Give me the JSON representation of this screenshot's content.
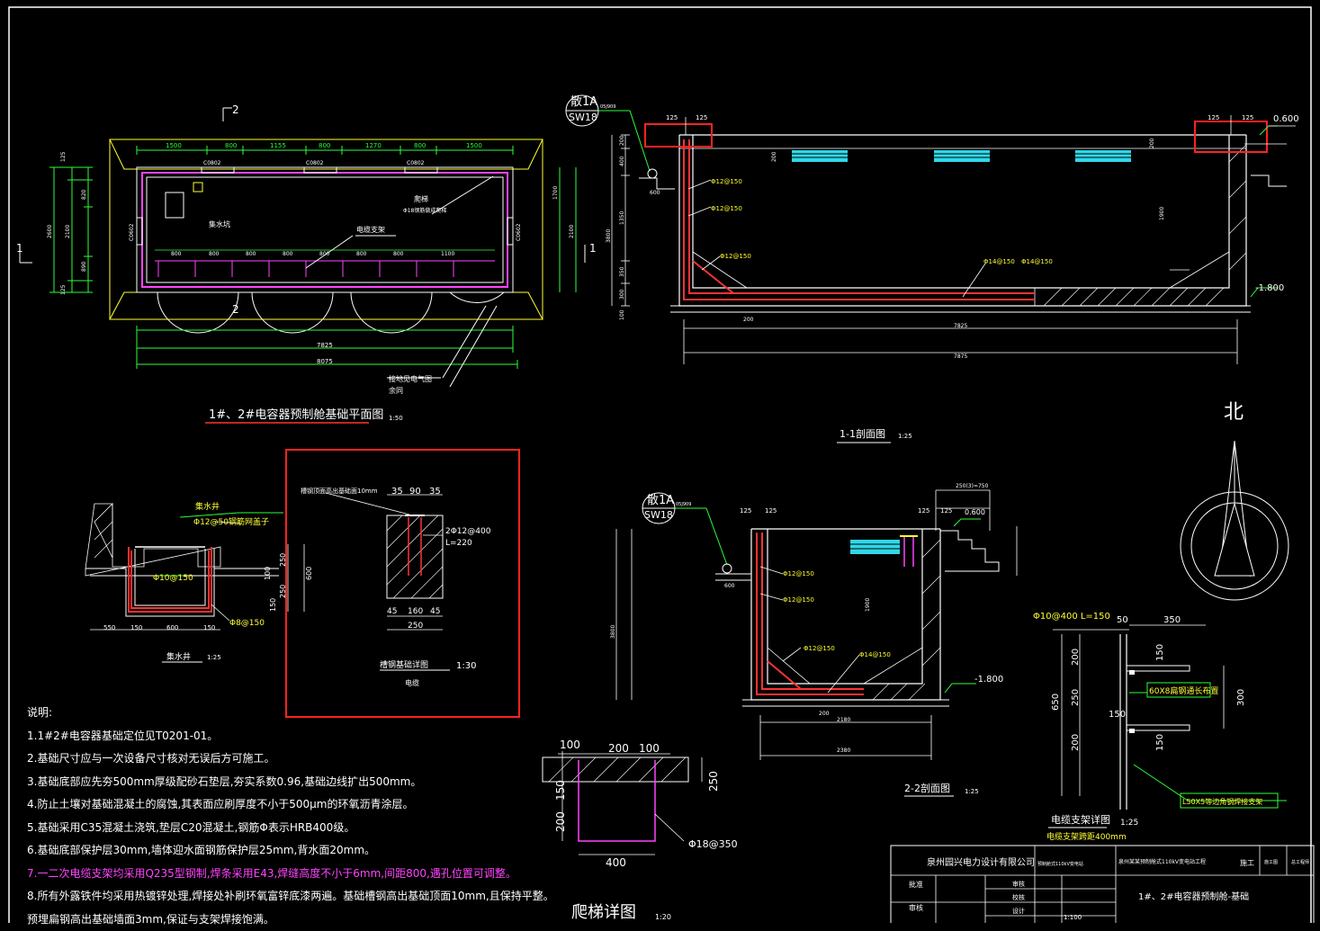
{
  "plan": {
    "title": "1#、2#电容器预制舱基础平面图",
    "scale": "1:50",
    "section_mark_1": "1",
    "section_mark_2": "2",
    "dims_top": [
      "1500",
      "800",
      "1155",
      "800",
      "1270",
      "800",
      "1500"
    ],
    "dims_inner": [
      "800",
      "800",
      "800",
      "800",
      "800",
      "800",
      "800",
      "1100"
    ],
    "dim_total_inner": "7825",
    "dim_total_outer": "8075",
    "dims_left": [
      "125",
      "820",
      "2100",
      "890",
      "125"
    ],
    "dim_left_total": "2600",
    "dims_right": [
      "1700",
      "2100"
    ],
    "labels": {
      "sump": "集水坑",
      "cable_bracket": "电缆支架",
      "ladder": "爬梯",
      "ladder_note": "Φ18钢筋做成爬梯",
      "grounding": "接地见电气图",
      "remaining": "余同",
      "c0802": "C0802",
      "c0602": "C0602"
    }
  },
  "section11": {
    "title": "1-1剖面图",
    "scale": "1:25",
    "dims_total_inner": "7825",
    "dims_total_outer": "7875",
    "elev_top": "0.600",
    "elev_bottom": "-1.800",
    "marker_top": "散1A",
    "marker_bottom": "SW18",
    "marker_ref": "05J909",
    "rebar": [
      "Φ12@150",
      "Φ12@150",
      "Φ12@150",
      "Φ14@150",
      "Φ14@150"
    ],
    "dims_side": [
      "200",
      "400",
      "1350",
      "350",
      "300",
      "100"
    ],
    "dim_3800": "3800",
    "dim_1900": "1900",
    "dim_125": "125",
    "dim_600": "600",
    "dim_200": "200"
  },
  "north": {
    "label": "北"
  },
  "sump_detail": {
    "title": "集水井",
    "scale": "1:25",
    "label_sump": "集水井",
    "rebar_top": "Φ12@50钢筋网盖子",
    "rebar_mid": "Φ10@150",
    "rebar_bottom": "Φ8@150",
    "dims_bottom": [
      "550",
      "150",
      "600",
      "150"
    ],
    "dims_side": [
      "250",
      "600",
      "150",
      "250",
      "100"
    ]
  },
  "channel_detail": {
    "title": "槽钢基础详图",
    "scale": "1:30",
    "subtitle": "电缆",
    "top_note": "槽钢顶面高出基础面10mm",
    "dims_top": [
      "35",
      "90",
      "35"
    ],
    "rebar": "2Φ12@400",
    "length": "L=220",
    "dims_bottom": [
      "45",
      "160",
      "45"
    ],
    "dim_total": "250"
  },
  "section22": {
    "title": "2-2剖面图",
    "scale": "1:25",
    "marker_top": "散1A",
    "marker_bottom": "SW18",
    "marker_ref": "05J909",
    "elev_top": "0.600",
    "elev_bottom": "-1.800",
    "dim_total": "2380",
    "dim_inner": "2180",
    "dim_top": "250(3)=750",
    "rebar": [
      "Φ12@150",
      "Φ12@150",
      "Φ12@150",
      "Φ14@150"
    ],
    "dim_1900": "1900",
    "dim_3800": "3800",
    "dim_600": "600",
    "dim_200": "200",
    "dim_125": "125"
  },
  "ladder_detail": {
    "title": "爬梯详图",
    "scale": "1:20",
    "dims_top": [
      "100",
      "200",
      "100"
    ],
    "dims_side": [
      "150",
      "200"
    ],
    "dim_right": "250",
    "dim_bottom": "400",
    "rebar": "Φ18@350"
  },
  "bracket_detail": {
    "title": "电缆支架详图",
    "scale": "1:25",
    "subtitle": "电缆支架跨距400mm",
    "rebar_top": "Φ10@400 L=150",
    "dims_top": [
      "50",
      "350"
    ],
    "dims_side": [
      "200",
      "250",
      "200"
    ],
    "dim_total": "650",
    "dim_right": "300",
    "dims_150": [
      "150",
      "150",
      "150"
    ],
    "steel_plate": "60X8扁钢通长布置",
    "angle": "L50X5等边角钢焊接支架"
  },
  "notes": {
    "heading": "说明:",
    "items": [
      "1.1#2#电容器基础定位见T0201-01。",
      "2.基础尺寸应与一次设备尺寸核对无误后方可施工。",
      "3.基础底部应先夯500mm厚级配砂石垫层,夯实系数0.96,基础边线扩出500mm。",
      "4.防止土壤对基础混凝土的腐蚀,其表面应刷厚度不小于500μm的环氧沥青涂层。",
      "5.基础采用C35混凝土浇筑,垫层C20混凝土,钢筋Φ表示HRB400级。",
      "6.基础底部保护层30mm,墙体迎水面钢筋保护层25mm,背水面20mm。",
      "7.一二次电缆支架均采用Q235型钢制,焊条采用E43,焊缝高度不小于6mm,间距800,遇孔位置可调整。",
      "8.所有外露铁件均采用热镀锌处理,焊接处补刷环氧富锌底漆两遍。基础槽钢高出基础顶面10mm,且保持平整。",
      "预埋扁钢高出基础墙面3mm,保证与支架焊接饱满。"
    ]
  },
  "title_block": {
    "company": "泉州园兴电力设计有限公司",
    "project_code": "预制舱式110kV变电站",
    "project_name": "泉州某某预制舱式110kV变电站工程",
    "stage": "施工",
    "drawing_title": "1#、2#电容器预制舱-基础",
    "row_labels": [
      "批准",
      "审核"
    ],
    "row_labels_2": [
      "审核",
      "校核",
      "设计"
    ],
    "scale": "1:100",
    "col_a": "施工图",
    "col_b": "总工程师"
  },
  "colors": {
    "green": "#2bff3a",
    "red": "#ff3333",
    "magenta": "#ff44ff",
    "yellow": "#ffff33",
    "cyan": "#30d8e8",
    "white": "#ffffff"
  }
}
